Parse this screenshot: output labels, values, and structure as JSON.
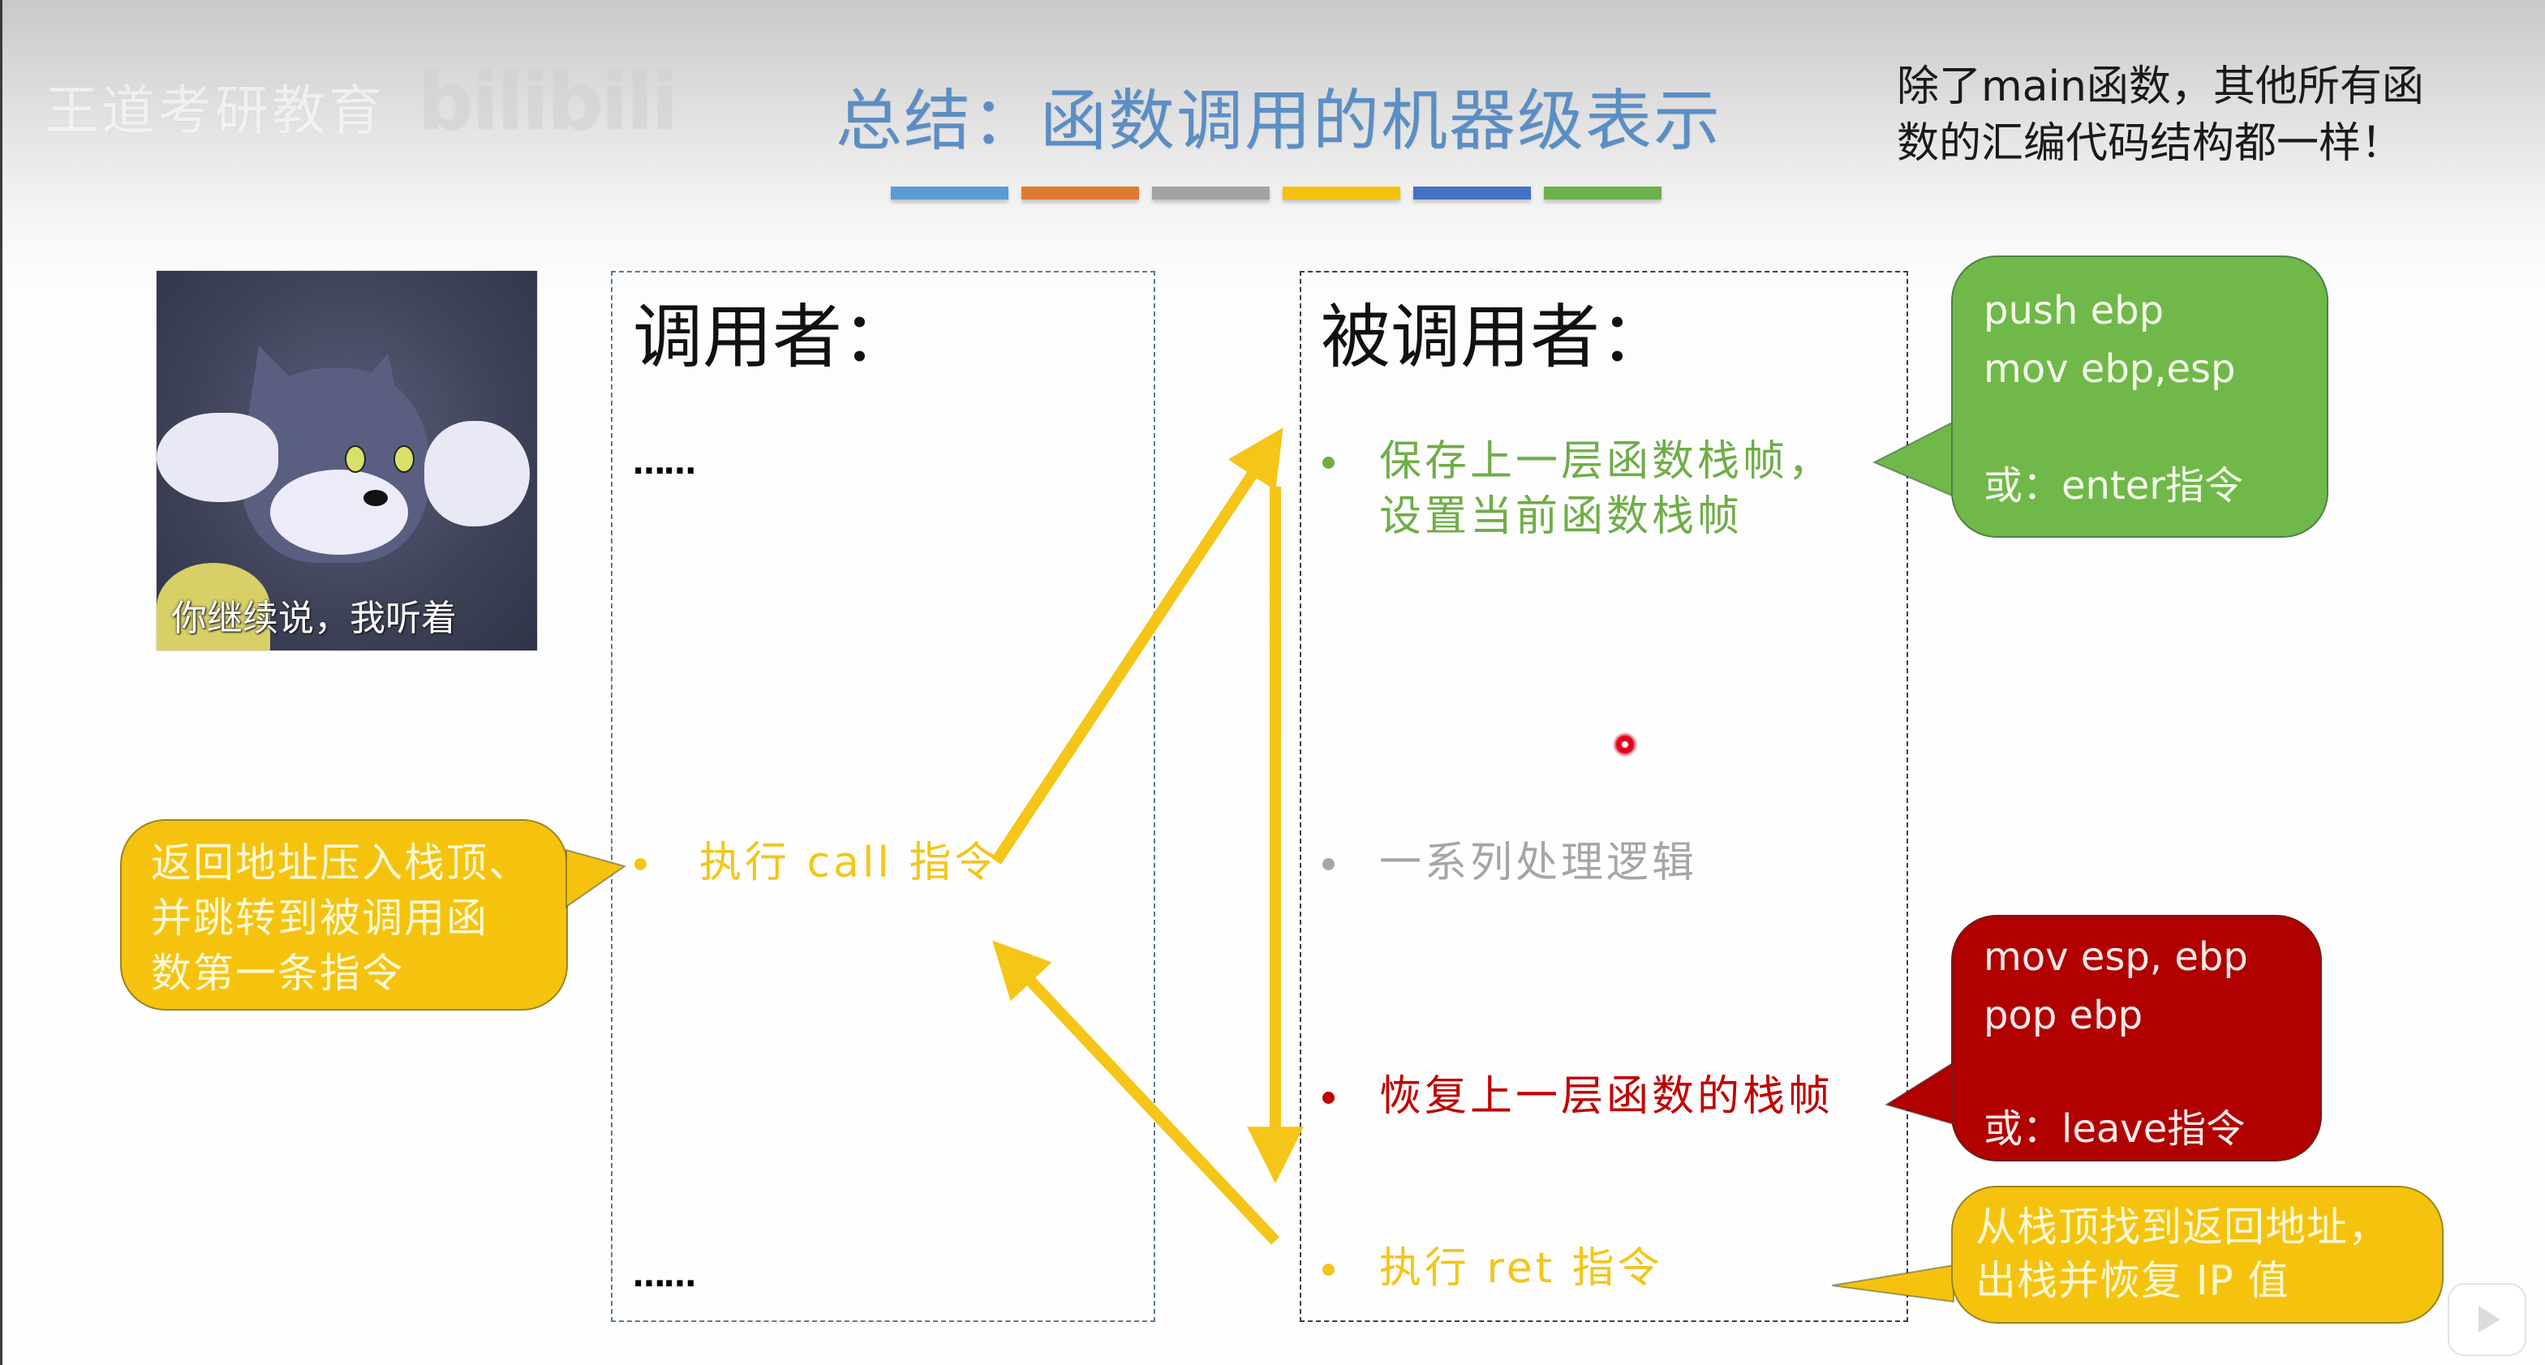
{
  "watermark": {
    "text": "王道考研教育",
    "brand": "bilibili"
  },
  "header": {
    "title": "总结：函数调用的机器级表示",
    "title_color": "#5b8ec4",
    "color_bars": [
      "#5b9bd5",
      "#ed7d31",
      "#a5a5a5",
      "#ffc000",
      "#4472c4",
      "#70ad47"
    ]
  },
  "note": {
    "line1": "除了main函数，其他所有函",
    "line2": "数的汇编代码结构都一样！"
  },
  "meme": {
    "caption": "你继续说，我听着"
  },
  "caller": {
    "title": "调用者：",
    "top_ellipsis": "……",
    "bullet": {
      "text": "执行 call 指令",
      "color": "#f5c518"
    },
    "bottom_ellipsis": "……",
    "callout": {
      "line1": "返回地址压入栈顶、",
      "line2": "并跳转到被调用函",
      "line3": "数第一条指令",
      "color": "#f5c30d"
    }
  },
  "callee": {
    "title": "被调用者：",
    "bullets": [
      {
        "line1": "保存上一层函数栈帧，",
        "line2": "设置当前函数栈帧",
        "color": "#70ad47"
      },
      {
        "line1": "一系列处理逻辑",
        "color": "#a6a6a6"
      },
      {
        "line1": "恢复上一层函数的栈帧",
        "color": "#c00000"
      },
      {
        "line1": "执行 ret 指令",
        "color": "#f5c518"
      }
    ]
  },
  "callouts": {
    "prologue": {
      "line1": "push ebp",
      "line2": "mov ebp,esp",
      "line3": "或：enter指令",
      "color": "#70b84a"
    },
    "epilogue": {
      "line1": "mov esp, ebp",
      "line2": "pop ebp",
      "line3": "或：leave指令",
      "color": "#b00000"
    },
    "ret": {
      "line1": "从栈顶找到返回地址，",
      "line2": "出栈并恢复 IP 值",
      "color": "#f5c30d"
    }
  },
  "arrows_color": "#f5c518",
  "player": {
    "icon": "bilibili-tv-icon"
  }
}
